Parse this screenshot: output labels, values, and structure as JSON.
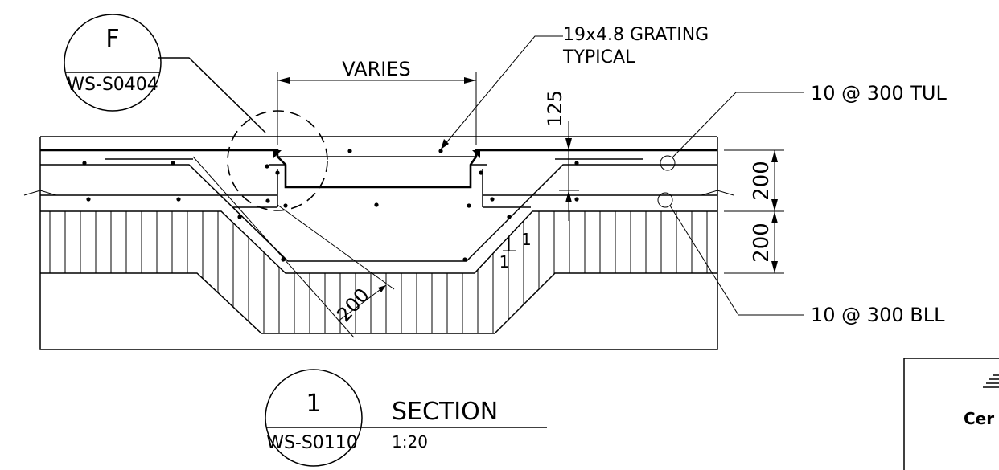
{
  "detail_callout": {
    "letter": "F",
    "sheet": "WS-S0404"
  },
  "annotations": {
    "grating": [
      "19x4.8 GRATING",
      "TYPICAL"
    ],
    "varies": "VARIES",
    "dim_125": "125",
    "dim_200_upper": "200",
    "dim_200_lower": "200",
    "dim_200_slope": "200",
    "slope_rise": "1",
    "slope_run": "1",
    "rebar_top": "10 @ 300 TUL",
    "rebar_bottom": "10 @ 300 BLL"
  },
  "section_title": {
    "number": "1",
    "sheet": "WS-S0110",
    "title": "SECTION",
    "scale": "1:20"
  },
  "title_block": {
    "partial_text": "Cer"
  }
}
